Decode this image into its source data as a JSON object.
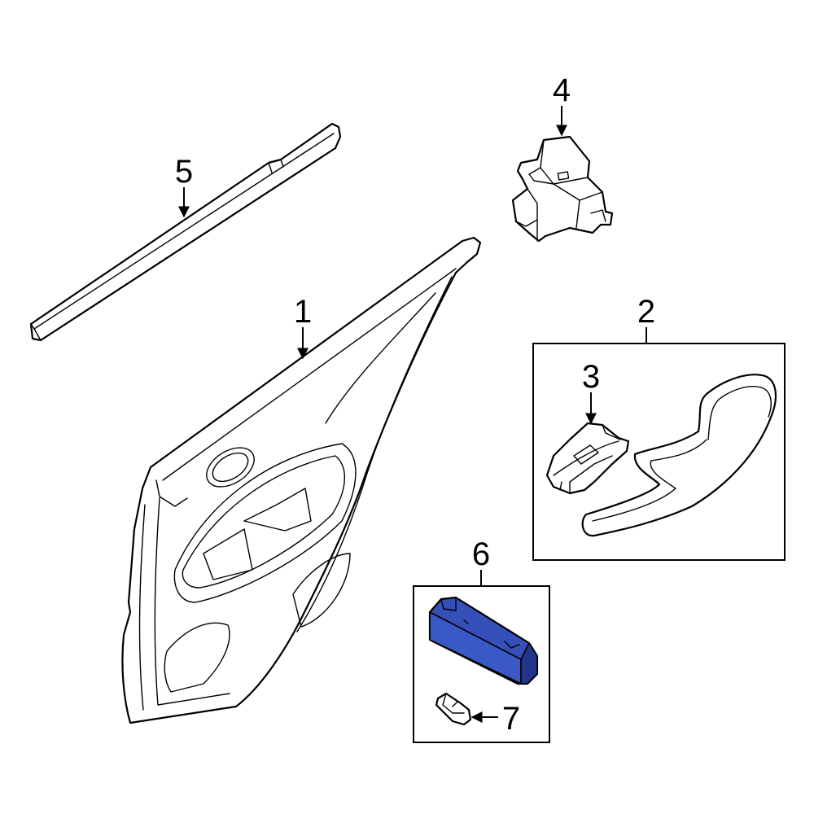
{
  "callouts": {
    "c1": "1",
    "c2": "2",
    "c3": "3",
    "c4": "4",
    "c5": "5",
    "c6": "6",
    "c7": "7"
  },
  "colors": {
    "line": "#000000",
    "highlight_fill": "#3550b8",
    "highlight_shade": "#22358a",
    "background": "#ffffff"
  }
}
